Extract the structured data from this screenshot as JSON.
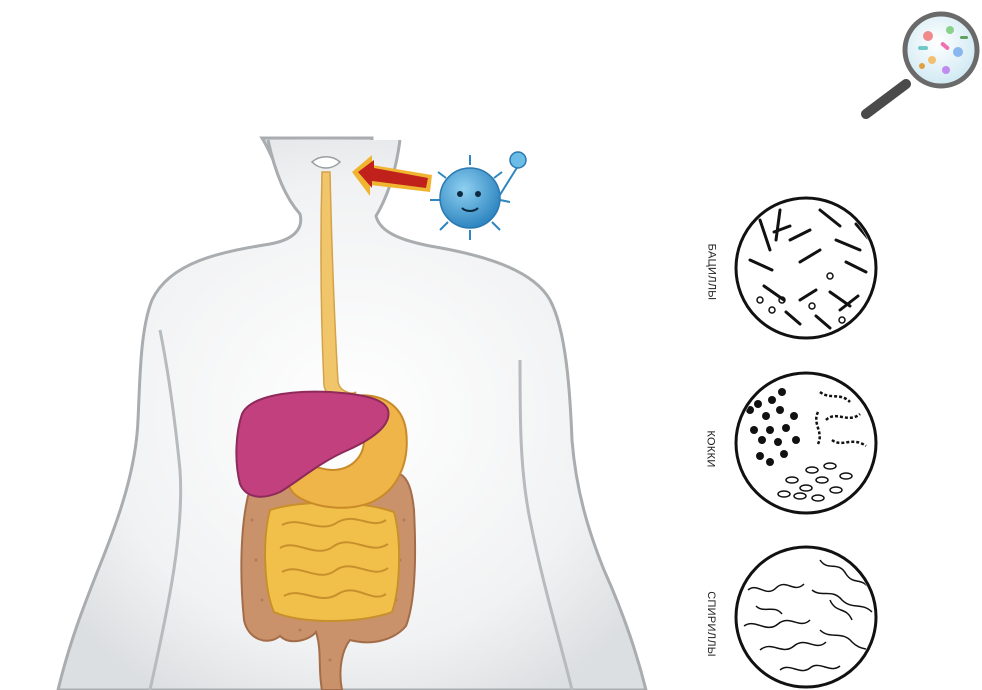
{
  "bacteria_types": [
    {
      "label": "БАЦИЛЛЫ",
      "icon": "bacilli-micrograph-icon"
    },
    {
      "label": "КОККИ",
      "icon": "cocci-micrograph-icon"
    },
    {
      "label": "СПИРИЛЛЫ",
      "icon": "spirilla-micrograph-icon"
    }
  ],
  "colors": {
    "body_fill": "#e9ebec",
    "body_outline": "#a9adaf",
    "liver": "#c2407e",
    "stomach": "#f0b548",
    "esophagus": "#f1c66b",
    "small_intestine": "#f0c04a",
    "large_intestine": "#c9926a",
    "arrow_fill": "#c0211b",
    "arrow_border": "#f0b530",
    "microbe": "#4fa8d8"
  },
  "icons": [
    "magnifier-with-bacteria-icon",
    "germ-character-icon",
    "entry-arrow-icon"
  ]
}
